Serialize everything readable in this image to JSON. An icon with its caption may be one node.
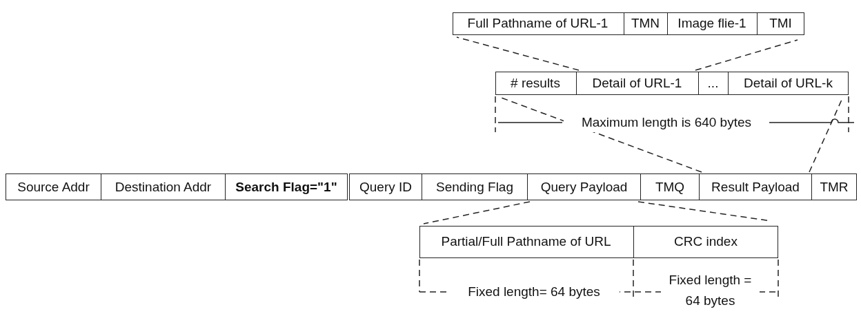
{
  "diagram": {
    "nodes": [
      {
        "text": [],
        "shape": "box"
      },
      {
        "text": [
          "Full Pathname of URL-1"
        ],
        "in": 0
      },
      {
        "text": [
          "TMN"
        ],
        "in": 0
      },
      {
        "text": [
          "Image flie-1"
        ],
        "in": 0
      },
      {
        "text": [
          "TMI"
        ],
        "in": 0
      },
      {
        "text": [],
        "shape": "box"
      },
      {
        "text": [
          "# results"
        ],
        "in": 5
      },
      {
        "text": [
          "Detail of URL-1"
        ],
        "in": 5
      },
      {
        "text": [
          "..."
        ],
        "in": 5
      },
      {
        "text": [
          "Detail of URL-k"
        ],
        "in": 5
      },
      {
        "text": [
          "Source Addr"
        ]
      },
      {
        "text": [
          "Destination Addr"
        ]
      },
      {
        "text": [
          "Search Flag=\"1\""
        ]
      },
      {
        "text": [
          "Query ID"
        ]
      },
      {
        "text": [
          "Sending Flag"
        ]
      },
      {
        "text": [
          "Query Payload"
        ]
      },
      {
        "text": [
          "TMQ"
        ]
      },
      {
        "text": [
          "Result Payload"
        ]
      },
      {
        "text": [
          "TMR"
        ]
      },
      {
        "text": [],
        "shape": "box"
      },
      {
        "text": [
          "Partial/Full Pathname of URL"
        ],
        "in": 19
      },
      {
        "text": [
          "CRC index"
        ],
        "in": 19
      }
    ],
    "edges": [
      {
        "from": 7,
        "to": 0,
        "arrow": "none",
        "style": "dashed"
      },
      {
        "from": 17,
        "to": 5,
        "arrow": "none",
        "style": "dashed"
      },
      {
        "from": 15,
        "to": 19,
        "arrow": "none",
        "style": "dashed"
      }
    ],
    "labels": [
      "Maximum length is 640 bytes",
      "Fixed length= 64 bytes",
      "Fixed length = 64 bytes"
    ]
  }
}
